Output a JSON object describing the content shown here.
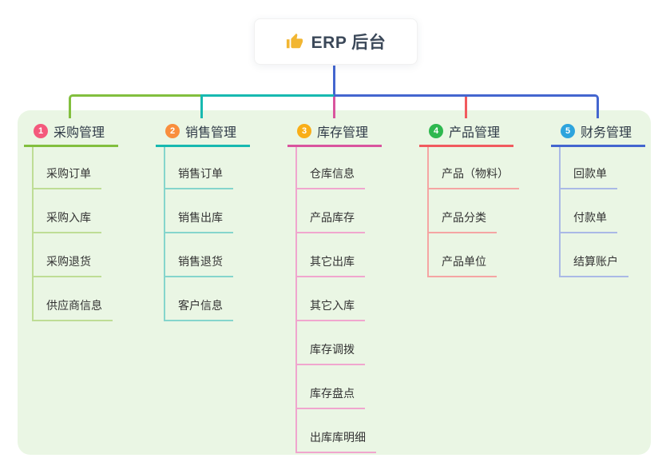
{
  "root": {
    "title": "ERP 后台",
    "icon": "thumbs-up-icon",
    "icon_color": "#f2b632"
  },
  "canvas": {
    "panel_background": "#eaf6e4",
    "page_background": "#ffffff"
  },
  "connectors": {
    "stem_blue": "#4466cf",
    "left_green": "#82bf3e",
    "mid_teal": "#17b9b0",
    "right_blue": "#4466cf",
    "drop_magenta": "#d9559e",
    "drop_red": "#f15a5e"
  },
  "branches": [
    {
      "index": "1",
      "title": "采购管理",
      "badge_color": "#f4597c",
      "line_color": "#82bf3e",
      "sub_line_color": "#bedd95",
      "items": [
        "采购订单",
        "采购入库",
        "采购退货",
        "供应商信息"
      ]
    },
    {
      "index": "2",
      "title": "销售管理",
      "badge_color": "#f98e3d",
      "line_color": "#17b9b0",
      "sub_line_color": "#85d5cc",
      "items": [
        "销售订单",
        "销售出库",
        "销售退货",
        "客户信息"
      ]
    },
    {
      "index": "3",
      "title": "库存管理",
      "badge_color": "#f9ae17",
      "line_color": "#d9559e",
      "sub_line_color": "#f0a6ce",
      "items": [
        "仓库信息",
        "产品库存",
        "其它出库",
        "其它入库",
        "库存调拨",
        "库存盘点",
        "出库库明细"
      ]
    },
    {
      "index": "4",
      "title": "产品管理",
      "badge_color": "#2eb84f",
      "line_color": "#f15a5e",
      "sub_line_color": "#f5a5a3",
      "items": [
        "产品（物料）",
        "产品分类",
        "产品单位"
      ]
    },
    {
      "index": "5",
      "title": "财务管理",
      "badge_color": "#2da4dd",
      "line_color": "#4466cf",
      "sub_line_color": "#aab9e6",
      "items": [
        "回款单",
        "付款单",
        "结算账户"
      ]
    }
  ]
}
